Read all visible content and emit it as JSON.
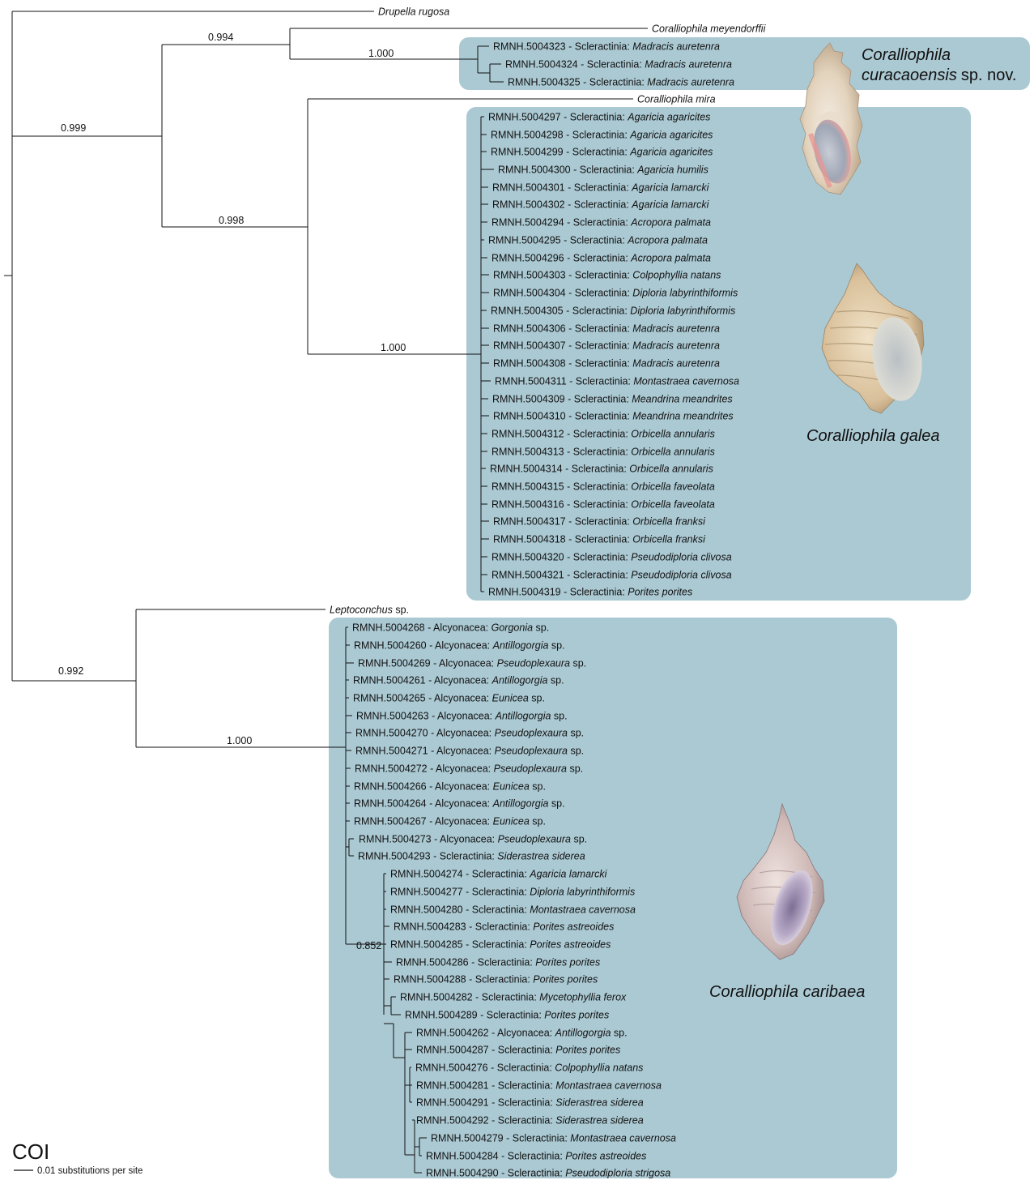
{
  "figure": {
    "gene_label": "COI",
    "scale_label": "0.01 substitutions per site"
  },
  "clade_labels": {
    "curacaoensis": {
      "italic": "Coralliophila curacaoensis",
      "plain": "sp. nov.",
      "line1": "Coralliophila",
      "line2_it": "curacaoensis",
      "line2_plain": "sp. nov."
    },
    "galea": "Coralliophila galea",
    "caribaea": "Coralliophila caribaea"
  },
  "support_values": [
    "0.994",
    "1.000",
    "0.999",
    "0.998",
    "1.000",
    "0.992",
    "1.000",
    "0.852"
  ],
  "tips": [
    {
      "id": "",
      "order": "",
      "taxon": "Drupella rugosa",
      "suffix": ""
    },
    {
      "id": "",
      "order": "",
      "taxon": "Coralliophila meyendorffii",
      "suffix": ""
    },
    {
      "id": "RMNH.5004323",
      "order": "Scleractinia",
      "taxon": "Madracis auretenra",
      "suffix": ""
    },
    {
      "id": "RMNH.5004324",
      "order": "Scleractinia",
      "taxon": "Madracis auretenra",
      "suffix": ""
    },
    {
      "id": "RMNH.5004325",
      "order": "Scleractinia",
      "taxon": "Madracis auretenra",
      "suffix": ""
    },
    {
      "id": "",
      "order": "",
      "taxon": "Coralliophila mira",
      "suffix": ""
    },
    {
      "id": "RMNH.5004297",
      "order": "Scleractinia",
      "taxon": "Agaricia agaricites",
      "suffix": ""
    },
    {
      "id": "RMNH.5004298",
      "order": "Scleractinia",
      "taxon": "Agaricia agaricites",
      "suffix": ""
    },
    {
      "id": "RMNH.5004299",
      "order": "Scleractinia",
      "taxon": "Agaricia agaricites",
      "suffix": ""
    },
    {
      "id": "RMNH.5004300",
      "order": "Scleractinia",
      "taxon": "Agaricia humilis",
      "suffix": ""
    },
    {
      "id": "RMNH.5004301",
      "order": "Scleractinia",
      "taxon": "Agaricia lamarcki",
      "suffix": ""
    },
    {
      "id": "RMNH.5004302",
      "order": "Scleractinia",
      "taxon": "Agaricia lamarcki",
      "suffix": ""
    },
    {
      "id": "RMNH.5004294",
      "order": "Scleractinia",
      "taxon": "Acropora palmata",
      "suffix": ""
    },
    {
      "id": "RMNH.5004295",
      "order": "Scleractinia",
      "taxon": "Acropora palmata",
      "suffix": ""
    },
    {
      "id": "RMNH.5004296",
      "order": "Scleractinia",
      "taxon": "Acropora palmata",
      "suffix": ""
    },
    {
      "id": "RMNH.5004303",
      "order": "Scleractinia",
      "taxon": "Colpophyllia natans",
      "suffix": ""
    },
    {
      "id": "RMNH.5004304",
      "order": "Scleractinia",
      "taxon": "Diploria labyrinthiformis",
      "suffix": ""
    },
    {
      "id": "RMNH.5004305",
      "order": "Scleractinia",
      "taxon": "Diploria labyrinthiformis",
      "suffix": ""
    },
    {
      "id": "RMNH.5004306",
      "order": "Scleractinia",
      "taxon": "Madracis auretenra",
      "suffix": ""
    },
    {
      "id": "RMNH.5004307",
      "order": "Scleractinia",
      "taxon": "Madracis auretenra",
      "suffix": ""
    },
    {
      "id": "RMNH.5004308",
      "order": "Scleractinia",
      "taxon": "Madracis auretenra",
      "suffix": ""
    },
    {
      "id": "RMNH.5004311",
      "order": "Scleractinia",
      "taxon": "Montastraea cavernosa",
      "suffix": ""
    },
    {
      "id": "RMNH.5004309",
      "order": "Scleractinia",
      "taxon": "Meandrina meandrites",
      "suffix": ""
    },
    {
      "id": "RMNH.5004310",
      "order": "Scleractinia",
      "taxon": "Meandrina meandrites",
      "suffix": ""
    },
    {
      "id": "RMNH.5004312",
      "order": "Scleractinia",
      "taxon": "Orbicella annularis",
      "suffix": ""
    },
    {
      "id": "RMNH.5004313",
      "order": "Scleractinia",
      "taxon": "Orbicella annularis",
      "suffix": ""
    },
    {
      "id": "RMNH.5004314",
      "order": "Scleractinia",
      "taxon": "Orbicella annularis",
      "suffix": ""
    },
    {
      "id": "RMNH.5004315",
      "order": "Scleractinia",
      "taxon": "Orbicella faveolata",
      "suffix": ""
    },
    {
      "id": "RMNH.5004316",
      "order": "Scleractinia",
      "taxon": "Orbicella faveolata",
      "suffix": ""
    },
    {
      "id": "RMNH.5004317",
      "order": "Scleractinia",
      "taxon": "Orbicella franksi",
      "suffix": ""
    },
    {
      "id": "RMNH.5004318",
      "order": "Scleractinia",
      "taxon": "Orbicella franksi",
      "suffix": ""
    },
    {
      "id": "RMNH.5004320",
      "order": "Scleractinia",
      "taxon": "Pseudodiploria clivosa",
      "suffix": ""
    },
    {
      "id": "RMNH.5004321",
      "order": "Scleractinia",
      "taxon": "Pseudodiploria clivosa",
      "suffix": ""
    },
    {
      "id": "RMNH.5004319",
      "order": "Scleractinia",
      "taxon": "Porites porites",
      "suffix": ""
    },
    {
      "id": "",
      "order": "",
      "taxon": "Leptoconchus",
      "suffix": "sp."
    },
    {
      "id": "RMNH.5004268",
      "order": "Alcyonacea",
      "taxon": "Gorgonia",
      "suffix": "sp."
    },
    {
      "id": "RMNH.5004260",
      "order": "Alcyonacea",
      "taxon": "Antillogorgia",
      "suffix": "sp."
    },
    {
      "id": "RMNH.5004269",
      "order": "Alcyonacea",
      "taxon": "Pseudoplexaura",
      "suffix": "sp."
    },
    {
      "id": "RMNH.5004261",
      "order": "Alcyonacea",
      "taxon": "Antillogorgia",
      "suffix": "sp."
    },
    {
      "id": "RMNH.5004265",
      "order": "Alcyonacea",
      "taxon": "Eunicea",
      "suffix": "sp."
    },
    {
      "id": "RMNH.5004263",
      "order": "Alcyonacea",
      "taxon": "Antillogorgia",
      "suffix": "sp."
    },
    {
      "id": "RMNH.5004270",
      "order": "Alcyonacea",
      "taxon": "Pseudoplexaura",
      "suffix": "sp."
    },
    {
      "id": "RMNH.5004271",
      "order": "Alcyonacea",
      "taxon": "Pseudoplexaura",
      "suffix": "sp."
    },
    {
      "id": "RMNH.5004272",
      "order": "Alcyonacea",
      "taxon": "Pseudoplexaura",
      "suffix": "sp."
    },
    {
      "id": "RMNH.5004266",
      "order": "Alcyonacea",
      "taxon": "Eunicea",
      "suffix": "sp."
    },
    {
      "id": "RMNH.5004264",
      "order": "Alcyonacea",
      "taxon": "Antillogorgia",
      "suffix": "sp."
    },
    {
      "id": "RMNH.5004267",
      "order": "Alcyonacea",
      "taxon": "Eunicea",
      "suffix": "sp."
    },
    {
      "id": "RMNH.5004273",
      "order": "Alcyonacea",
      "taxon": "Pseudoplexaura",
      "suffix": "sp."
    },
    {
      "id": "RMNH.5004293",
      "order": "Scleractinia",
      "taxon": "Siderastrea siderea",
      "suffix": ""
    },
    {
      "id": "RMNH.5004274",
      "order": "Scleractinia",
      "taxon": "Agaricia lamarcki",
      "suffix": ""
    },
    {
      "id": "RMNH.5004277",
      "order": "Scleractinia",
      "taxon": "Diploria labyrinthiformis",
      "suffix": ""
    },
    {
      "id": "RMNH.5004280",
      "order": "Scleractinia",
      "taxon": "Montastraea cavernosa",
      "suffix": ""
    },
    {
      "id": "RMNH.5004283",
      "order": "Scleractinia",
      "taxon": "Porites astreoides",
      "suffix": ""
    },
    {
      "id": "RMNH.5004285",
      "order": "Scleractinia",
      "taxon": "Porites astreoides",
      "suffix": ""
    },
    {
      "id": "RMNH.5004286",
      "order": "Scleractinia",
      "taxon": "Porites porites",
      "suffix": ""
    },
    {
      "id": "RMNH.5004288",
      "order": "Scleractinia",
      "taxon": "Porites porites",
      "suffix": ""
    },
    {
      "id": "RMNH.5004282",
      "order": "Scleractinia",
      "taxon": "Mycetophyllia ferox",
      "suffix": ""
    },
    {
      "id": "RMNH.5004289",
      "order": "Scleractinia",
      "taxon": "Porites porites",
      "suffix": ""
    },
    {
      "id": "RMNH.5004262",
      "order": "Alcyonacea",
      "taxon": "Antillogorgia",
      "suffix": "sp."
    },
    {
      "id": "RMNH.5004287",
      "order": "Scleractinia",
      "taxon": "Porites porites",
      "suffix": ""
    },
    {
      "id": "RMNH.5004276",
      "order": "Scleractinia",
      "taxon": "Colpophyllia natans",
      "suffix": ""
    },
    {
      "id": "RMNH.5004281",
      "order": "Scleractinia",
      "taxon": "Montastraea cavernosa",
      "suffix": ""
    },
    {
      "id": "RMNH.5004291",
      "order": "Scleractinia",
      "taxon": "Siderastrea siderea",
      "suffix": ""
    },
    {
      "id": "RMNH.5004292",
      "order": "Scleractinia",
      "taxon": "Siderastrea siderea",
      "suffix": ""
    },
    {
      "id": "RMNH.5004279",
      "order": "Scleractinia",
      "taxon": "Montastraea cavernosa",
      "suffix": ""
    },
    {
      "id": "RMNH.5004284",
      "order": "Scleractinia",
      "taxon": "Porites astreoides",
      "suffix": ""
    },
    {
      "id": "RMNH.5004290",
      "order": "Scleractinia",
      "taxon": "Pseudodiploria strigosa",
      "suffix": ""
    }
  ],
  "colors": {
    "clade_box": "#abc9d3",
    "branch": "#111111",
    "shell_light": "#efe3cf",
    "shell_mid": "#d7bf9c",
    "shell_pink": "#e6a3a0",
    "shell_lavender": "#b9a7c4"
  },
  "shells": [
    "shell-curacaoensis-image",
    "shell-galea-image",
    "shell-caribaea-image"
  ]
}
